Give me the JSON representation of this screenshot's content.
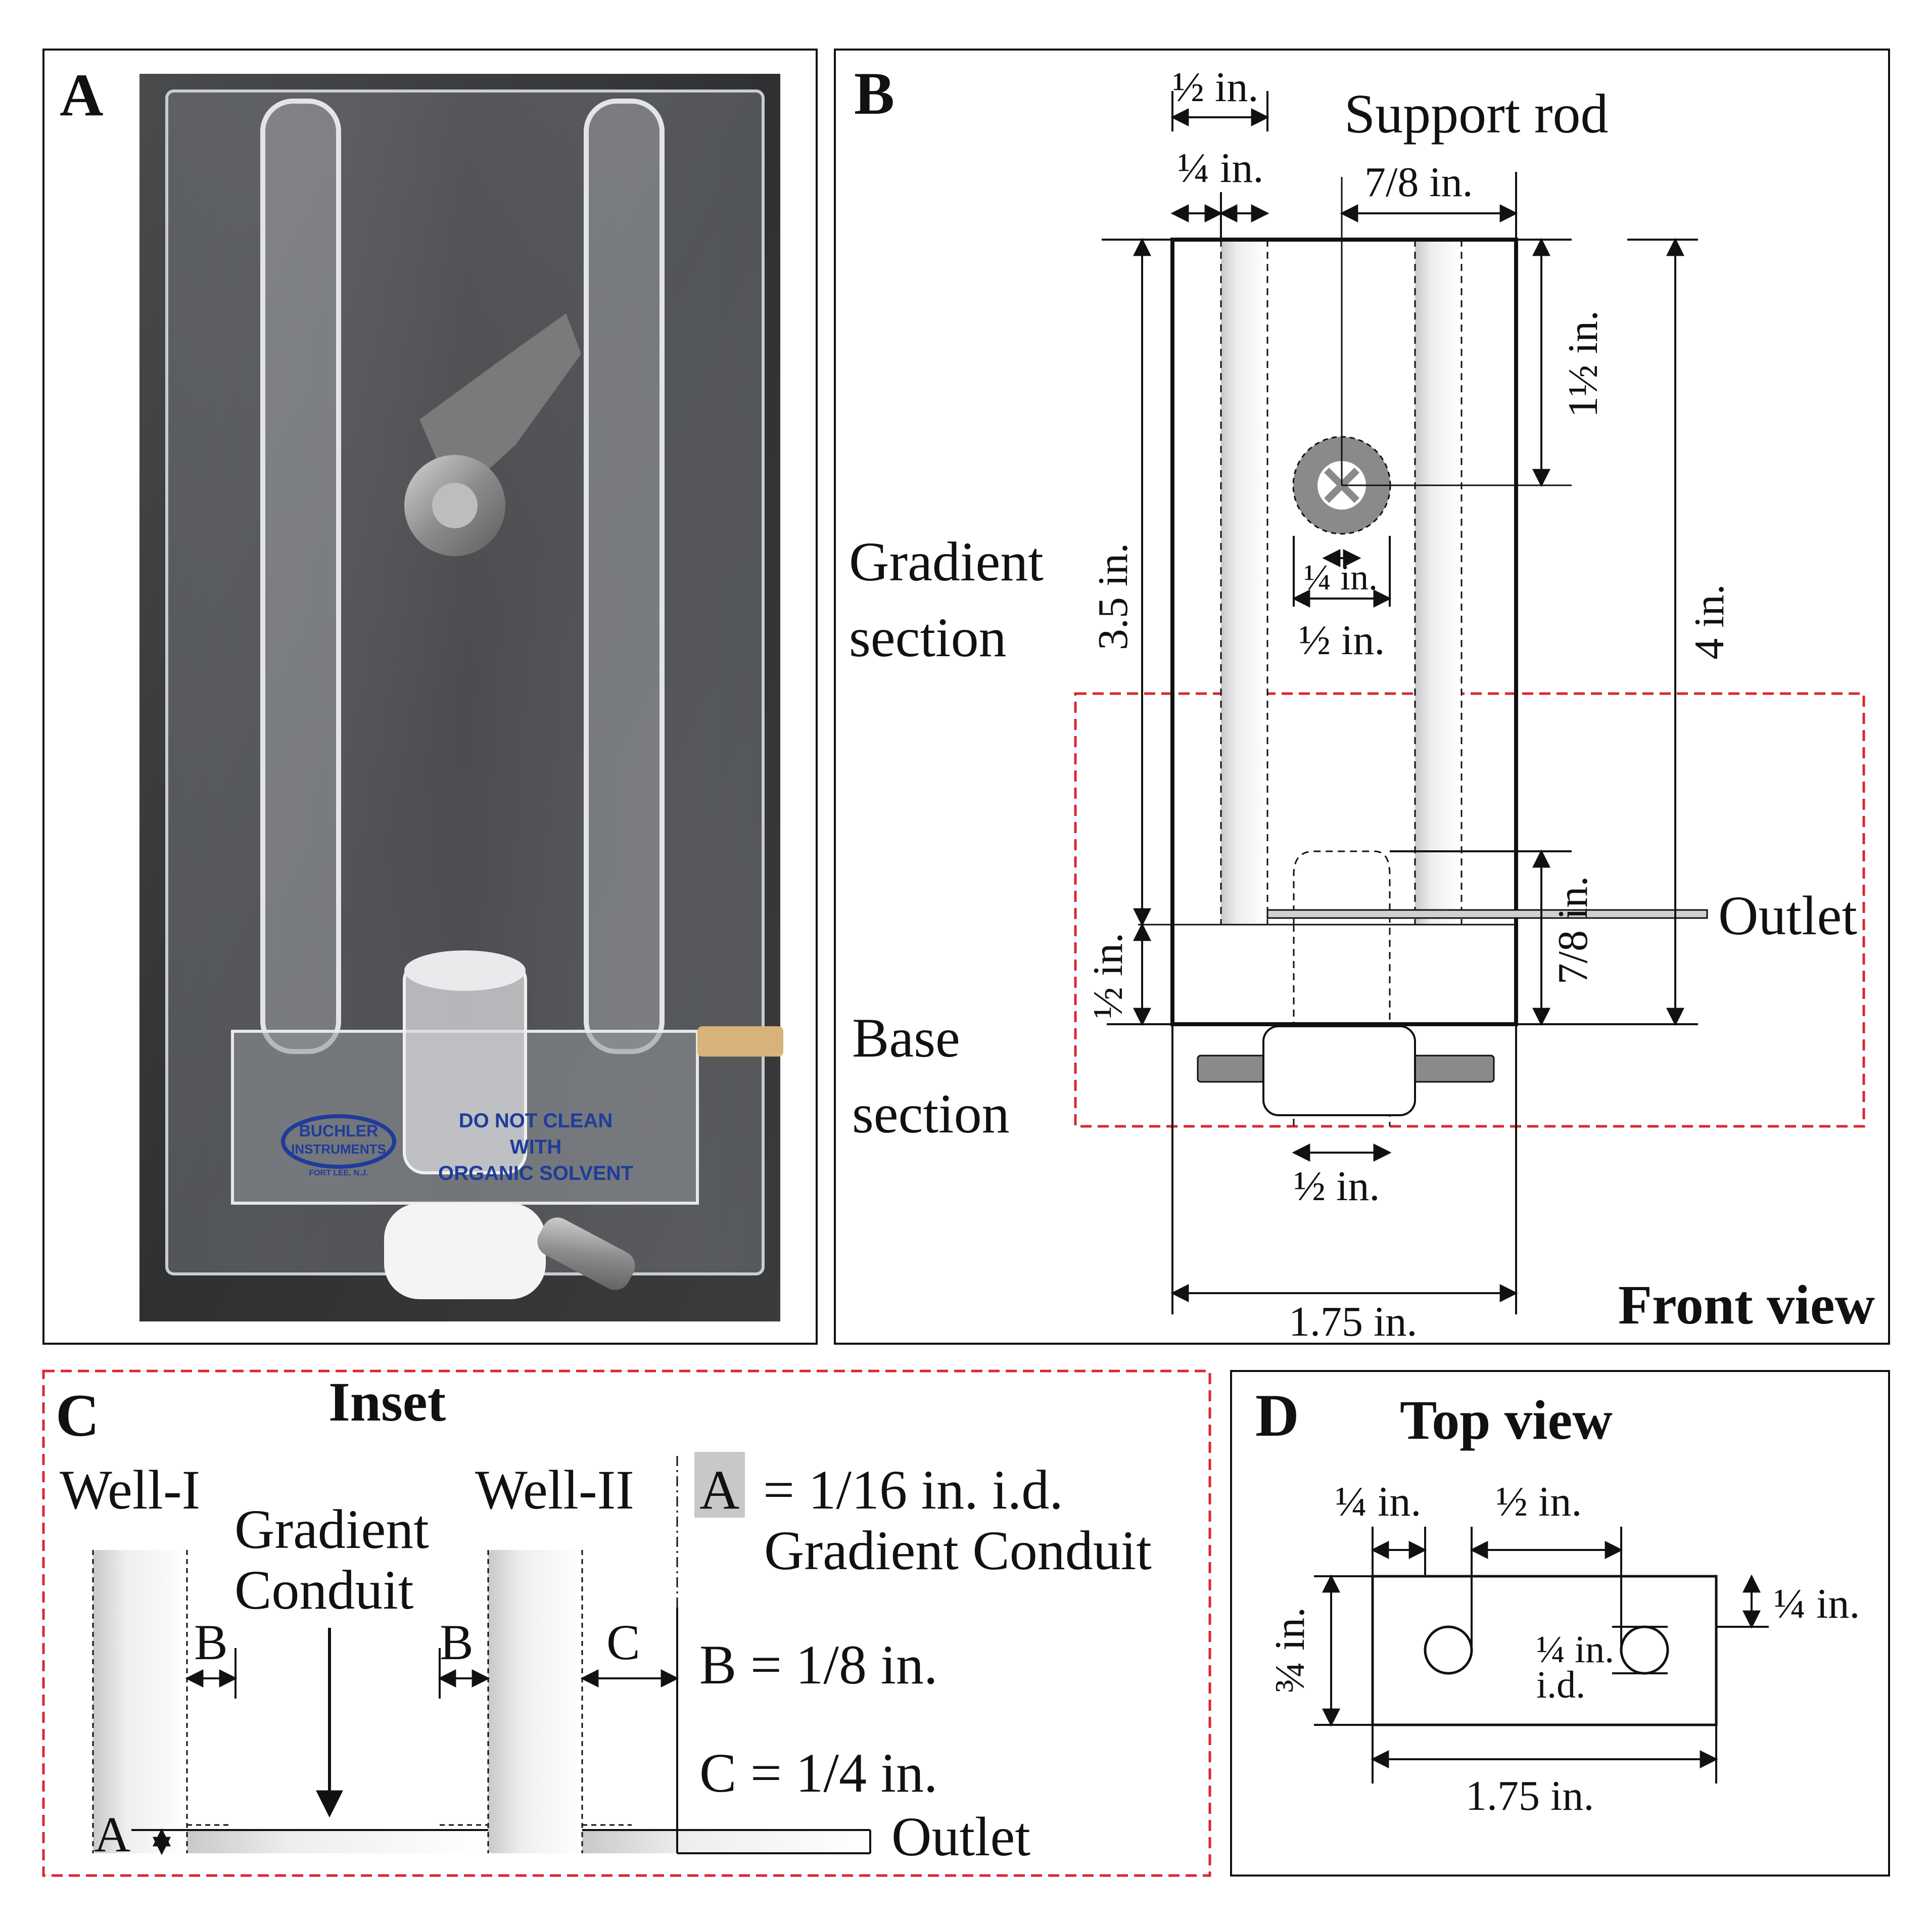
{
  "panel_a": {
    "letter": "A",
    "brand_line1": "BUCHLER",
    "brand_line2": "INSTRUMENTS",
    "brand_line3": "FORT LEE, N.J.",
    "warning_line1": "DO NOT CLEAN",
    "warning_line2": "WITH",
    "warning_line3": "ORGANIC SOLVENT"
  },
  "panel_b": {
    "letter": "B",
    "support_rod": "Support rod",
    "gradient_section_1": "Gradient",
    "gradient_section_2": "section",
    "base_section_1": "Base",
    "base_section_2": "section",
    "outlet": "Outlet",
    "front_view": "Front view",
    "dim_half_top": "½ in.",
    "dim_quarter_top": "¼ in.",
    "dim_seven_eighths_top": "7/8 in.",
    "dim_one_half_right": "1½ in.",
    "dim_quarter_rod": "¼ in.",
    "dim_half_rod": "½ in.",
    "dim_three_five": "3.5 in.",
    "dim_four": "4 in.",
    "dim_half_base": "½ in.",
    "dim_seven_eighths_right": "7/8 in.",
    "dim_half_bottom": "½ in.",
    "dim_width": "1.75 in."
  },
  "panel_c": {
    "letter": "C",
    "title": "Inset",
    "well_1": "Well-I",
    "well_2": "Well-II",
    "conduit_1": "Gradient",
    "conduit_2": "Conduit",
    "label_a": "A",
    "label_b": "B",
    "label_c": "C",
    "outlet": "Outlet",
    "legend_a_line1": "= 1/16 in. i.d.",
    "legend_a_line2": "Gradient Conduit",
    "legend_b": "B = 1/8 in.",
    "legend_c": "C = 1/4 in."
  },
  "panel_d": {
    "letter": "D",
    "title": "Top view",
    "dim_quarter_left": "¼ in.",
    "dim_half": "½ in.",
    "dim_quarter_right": "¼ in.",
    "dim_three_quarter": "¾ in.",
    "dim_quarter_id_1": "¼ in.",
    "dim_quarter_id_2": "i.d.",
    "dim_width": "1.75 in."
  },
  "colors": {
    "inset_dash": "#d9282f",
    "rod_grey": "#8a8a8a",
    "legend_box": "#c8c8c8",
    "photo_bg": "#3a3b3d"
  }
}
